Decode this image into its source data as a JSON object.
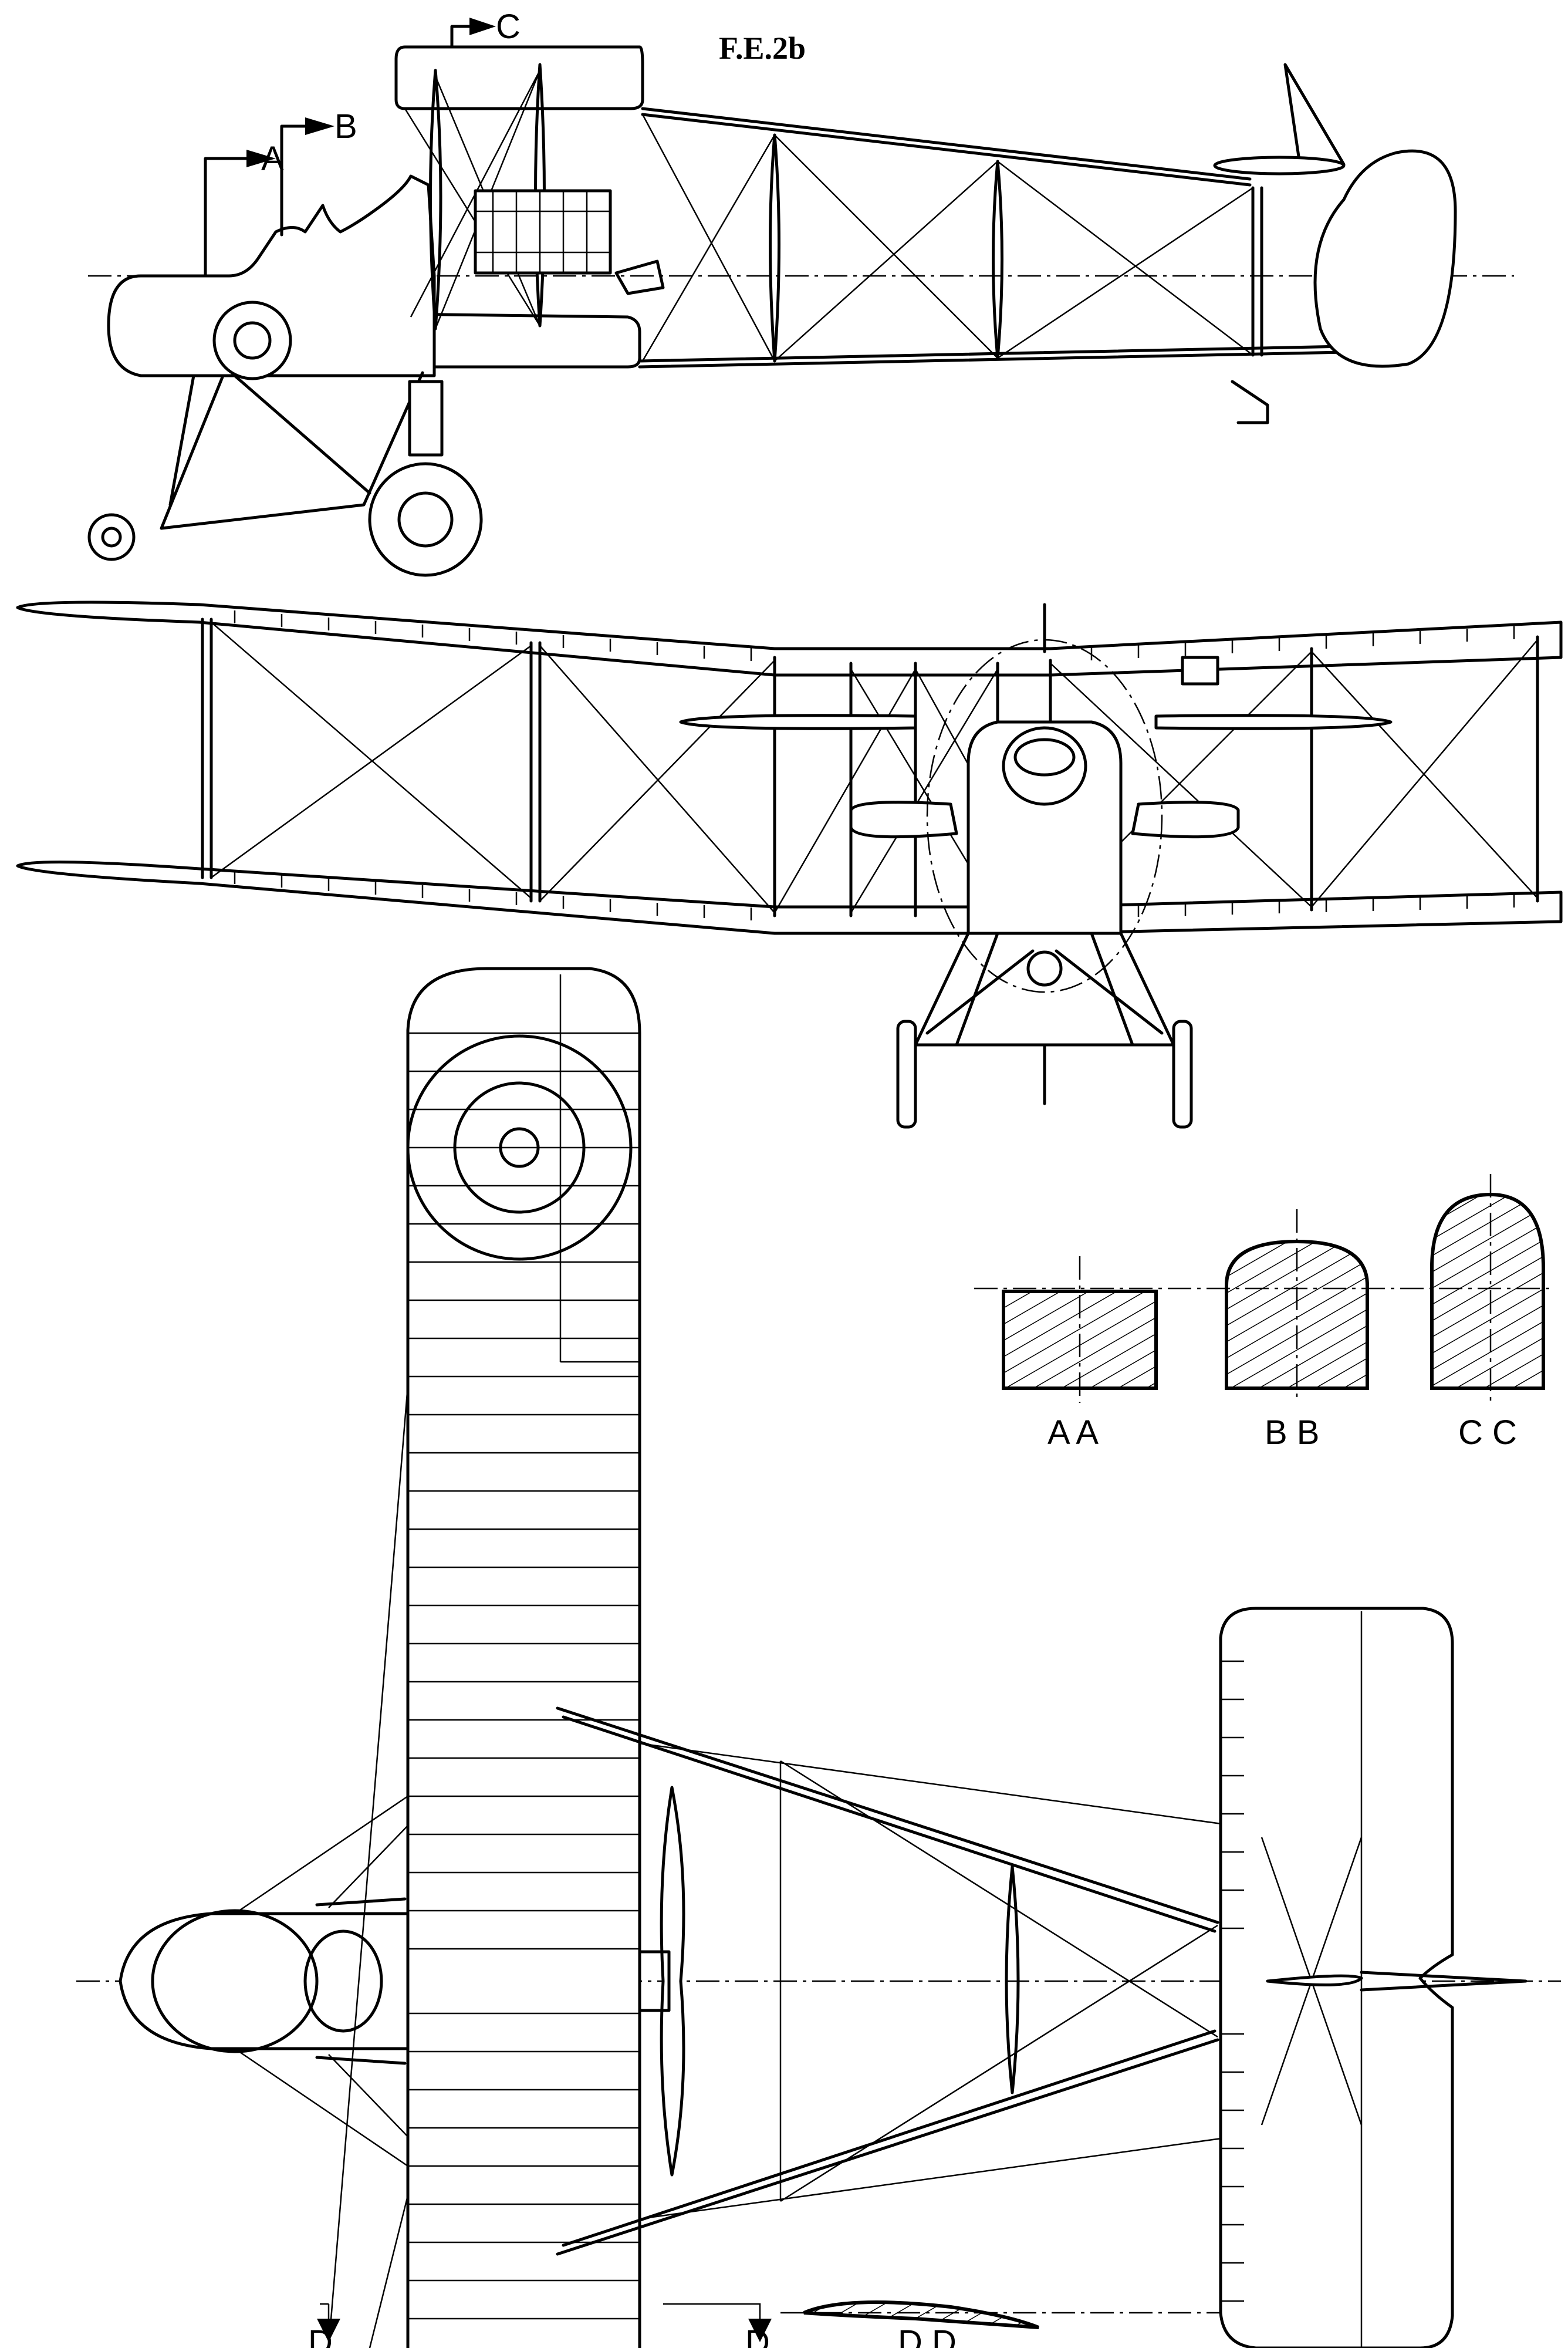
{
  "title": "F.E.2b",
  "section_markers": {
    "a": "A",
    "b": "B",
    "c": "C",
    "d": "D"
  },
  "sections": [
    {
      "id": "AA",
      "label": "A A"
    },
    {
      "id": "BB",
      "label": "B B"
    },
    {
      "id": "CC",
      "label": "C C"
    },
    {
      "id": "DD",
      "label": "D D"
    }
  ]
}
